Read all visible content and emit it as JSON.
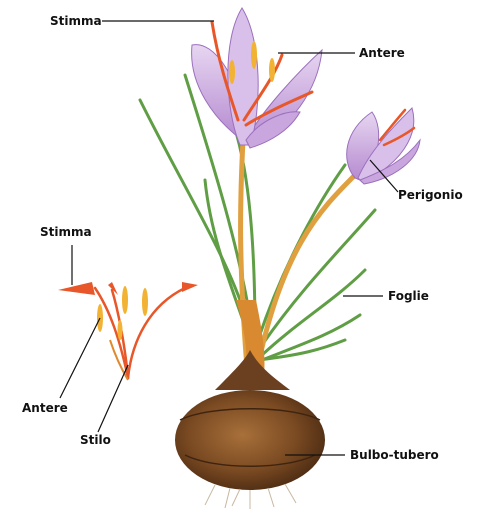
{
  "labels": {
    "stimma_top": "Stimma",
    "antere_top": "Antere",
    "perigonio": "Perigonio",
    "foglie": "Foglie",
    "bulbo": "Bulbo-tubero",
    "stimma_detail": "Stimma",
    "antere_detail": "Antere",
    "stilo": "Stilo"
  },
  "colors": {
    "petal": "#c9a6dd",
    "petal_dark": "#9b6fbd",
    "stigma": "#e8572a",
    "anther": "#f2b233",
    "leaf": "#6aa84f",
    "stem": "#e0a040",
    "bulb": "#7a4a22"
  }
}
